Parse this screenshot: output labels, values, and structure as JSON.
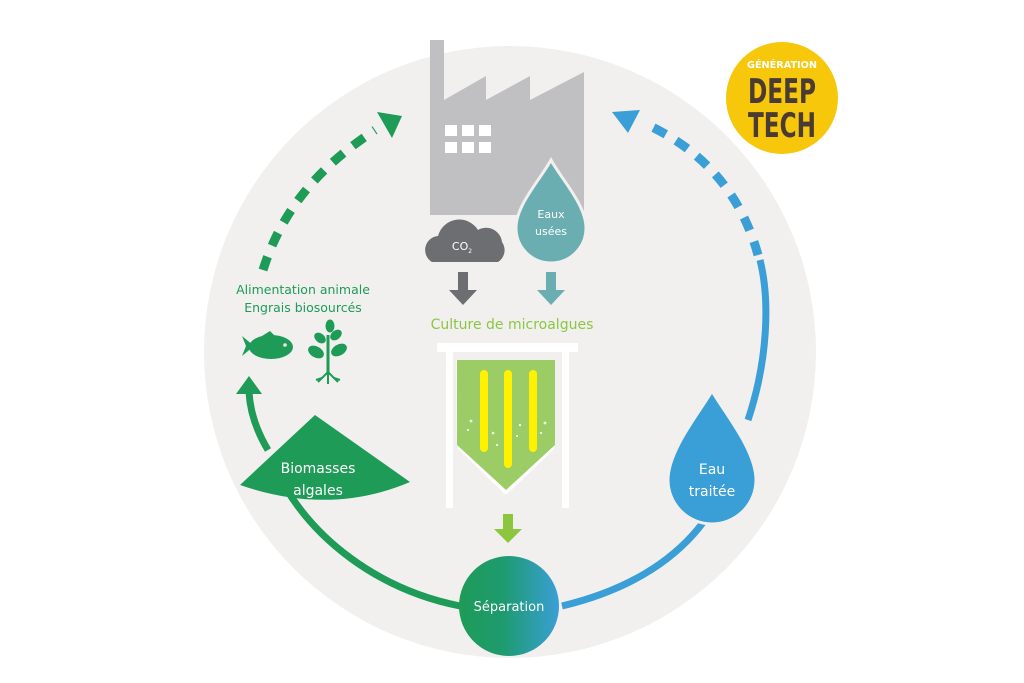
{
  "diagram": {
    "type": "circular-process",
    "colors": {
      "background_circle": "#f1f0ef",
      "green_dark": "#1e9b57",
      "green_light": "#8cc63f",
      "blue": "#3a9fd6",
      "teal": "#6aaeb1",
      "gray_factory": "#c0bfc1",
      "gray_cloud": "#6d6e71",
      "yellow_tube": "#fff200",
      "badge_yellow": "#f7c70c",
      "badge_text": "#4a3b33"
    },
    "badge": {
      "line1": "GÉNÉRATION",
      "line2": "DEEP",
      "line3": "TECH"
    },
    "nodes": {
      "factory": {
        "icon": "factory-icon"
      },
      "co2": {
        "label": "CO",
        "subscript": "2",
        "icon": "cloud-icon"
      },
      "wastewater": {
        "line1": "Eaux",
        "line2": "usées",
        "icon": "water-drop-icon"
      },
      "culture": {
        "label": "Culture de microalgues"
      },
      "reactor": {
        "icon": "photobioreactor-icon"
      },
      "separation": {
        "label": "Séparation"
      },
      "biomass": {
        "line1": "Biomasses",
        "line2": "algales"
      },
      "treated_water": {
        "line1": "Eau",
        "line2": "traitée"
      },
      "outputs": {
        "line1": "Alimentation animale",
        "line2": "Engrais biosourcés",
        "icons": [
          "fish-icon",
          "plant-icon"
        ]
      }
    },
    "flows": [
      {
        "from": "factory",
        "to": "culture",
        "via": "co2"
      },
      {
        "from": "factory",
        "to": "culture",
        "via": "wastewater"
      },
      {
        "from": "culture",
        "to": "separation"
      },
      {
        "from": "separation",
        "to": "biomass"
      },
      {
        "from": "biomass",
        "to": "outputs"
      },
      {
        "from": "outputs",
        "to": "factory",
        "style": "dashed"
      },
      {
        "from": "separation",
        "to": "treated_water"
      },
      {
        "from": "treated_water",
        "to": "factory",
        "style": "dashed"
      }
    ]
  }
}
